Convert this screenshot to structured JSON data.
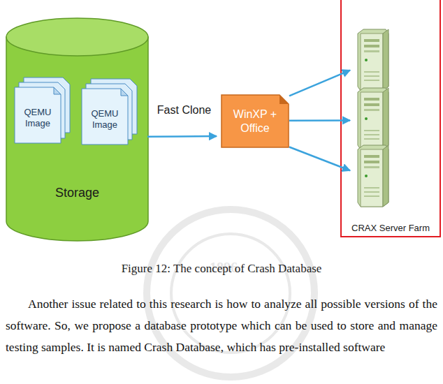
{
  "diagram": {
    "caption": "Figure 12: The concept of Crash Database",
    "nodes": [
      {
        "text": [
          "Storage"
        ]
      },
      {
        "text": [
          "QEMU Image"
        ],
        "in": 0
      },
      {
        "text": [
          "QEMU Image"
        ],
        "in": 0
      },
      {
        "text": [
          "WinXP + Office"
        ]
      },
      {
        "text": [
          "CRAX Server Farm"
        ]
      }
    ],
    "edges": [
      {
        "from": 0,
        "to": 3,
        "label": "Fast Clone",
        "arrow": "to"
      },
      {
        "from": 3,
        "to": 4,
        "arrow": "to"
      },
      {
        "from": 3,
        "to": 4,
        "arrow": "to"
      },
      {
        "from": 3,
        "to": 4,
        "arrow": "to"
      }
    ],
    "labels": [
      "Another issue related to this research is how to analyze all possible versions of the software. So, we propose a database prototype which can be used to store and manage testing samples. It is named Crash Database, which has pre-installed software",
      "1896"
    ]
  }
}
